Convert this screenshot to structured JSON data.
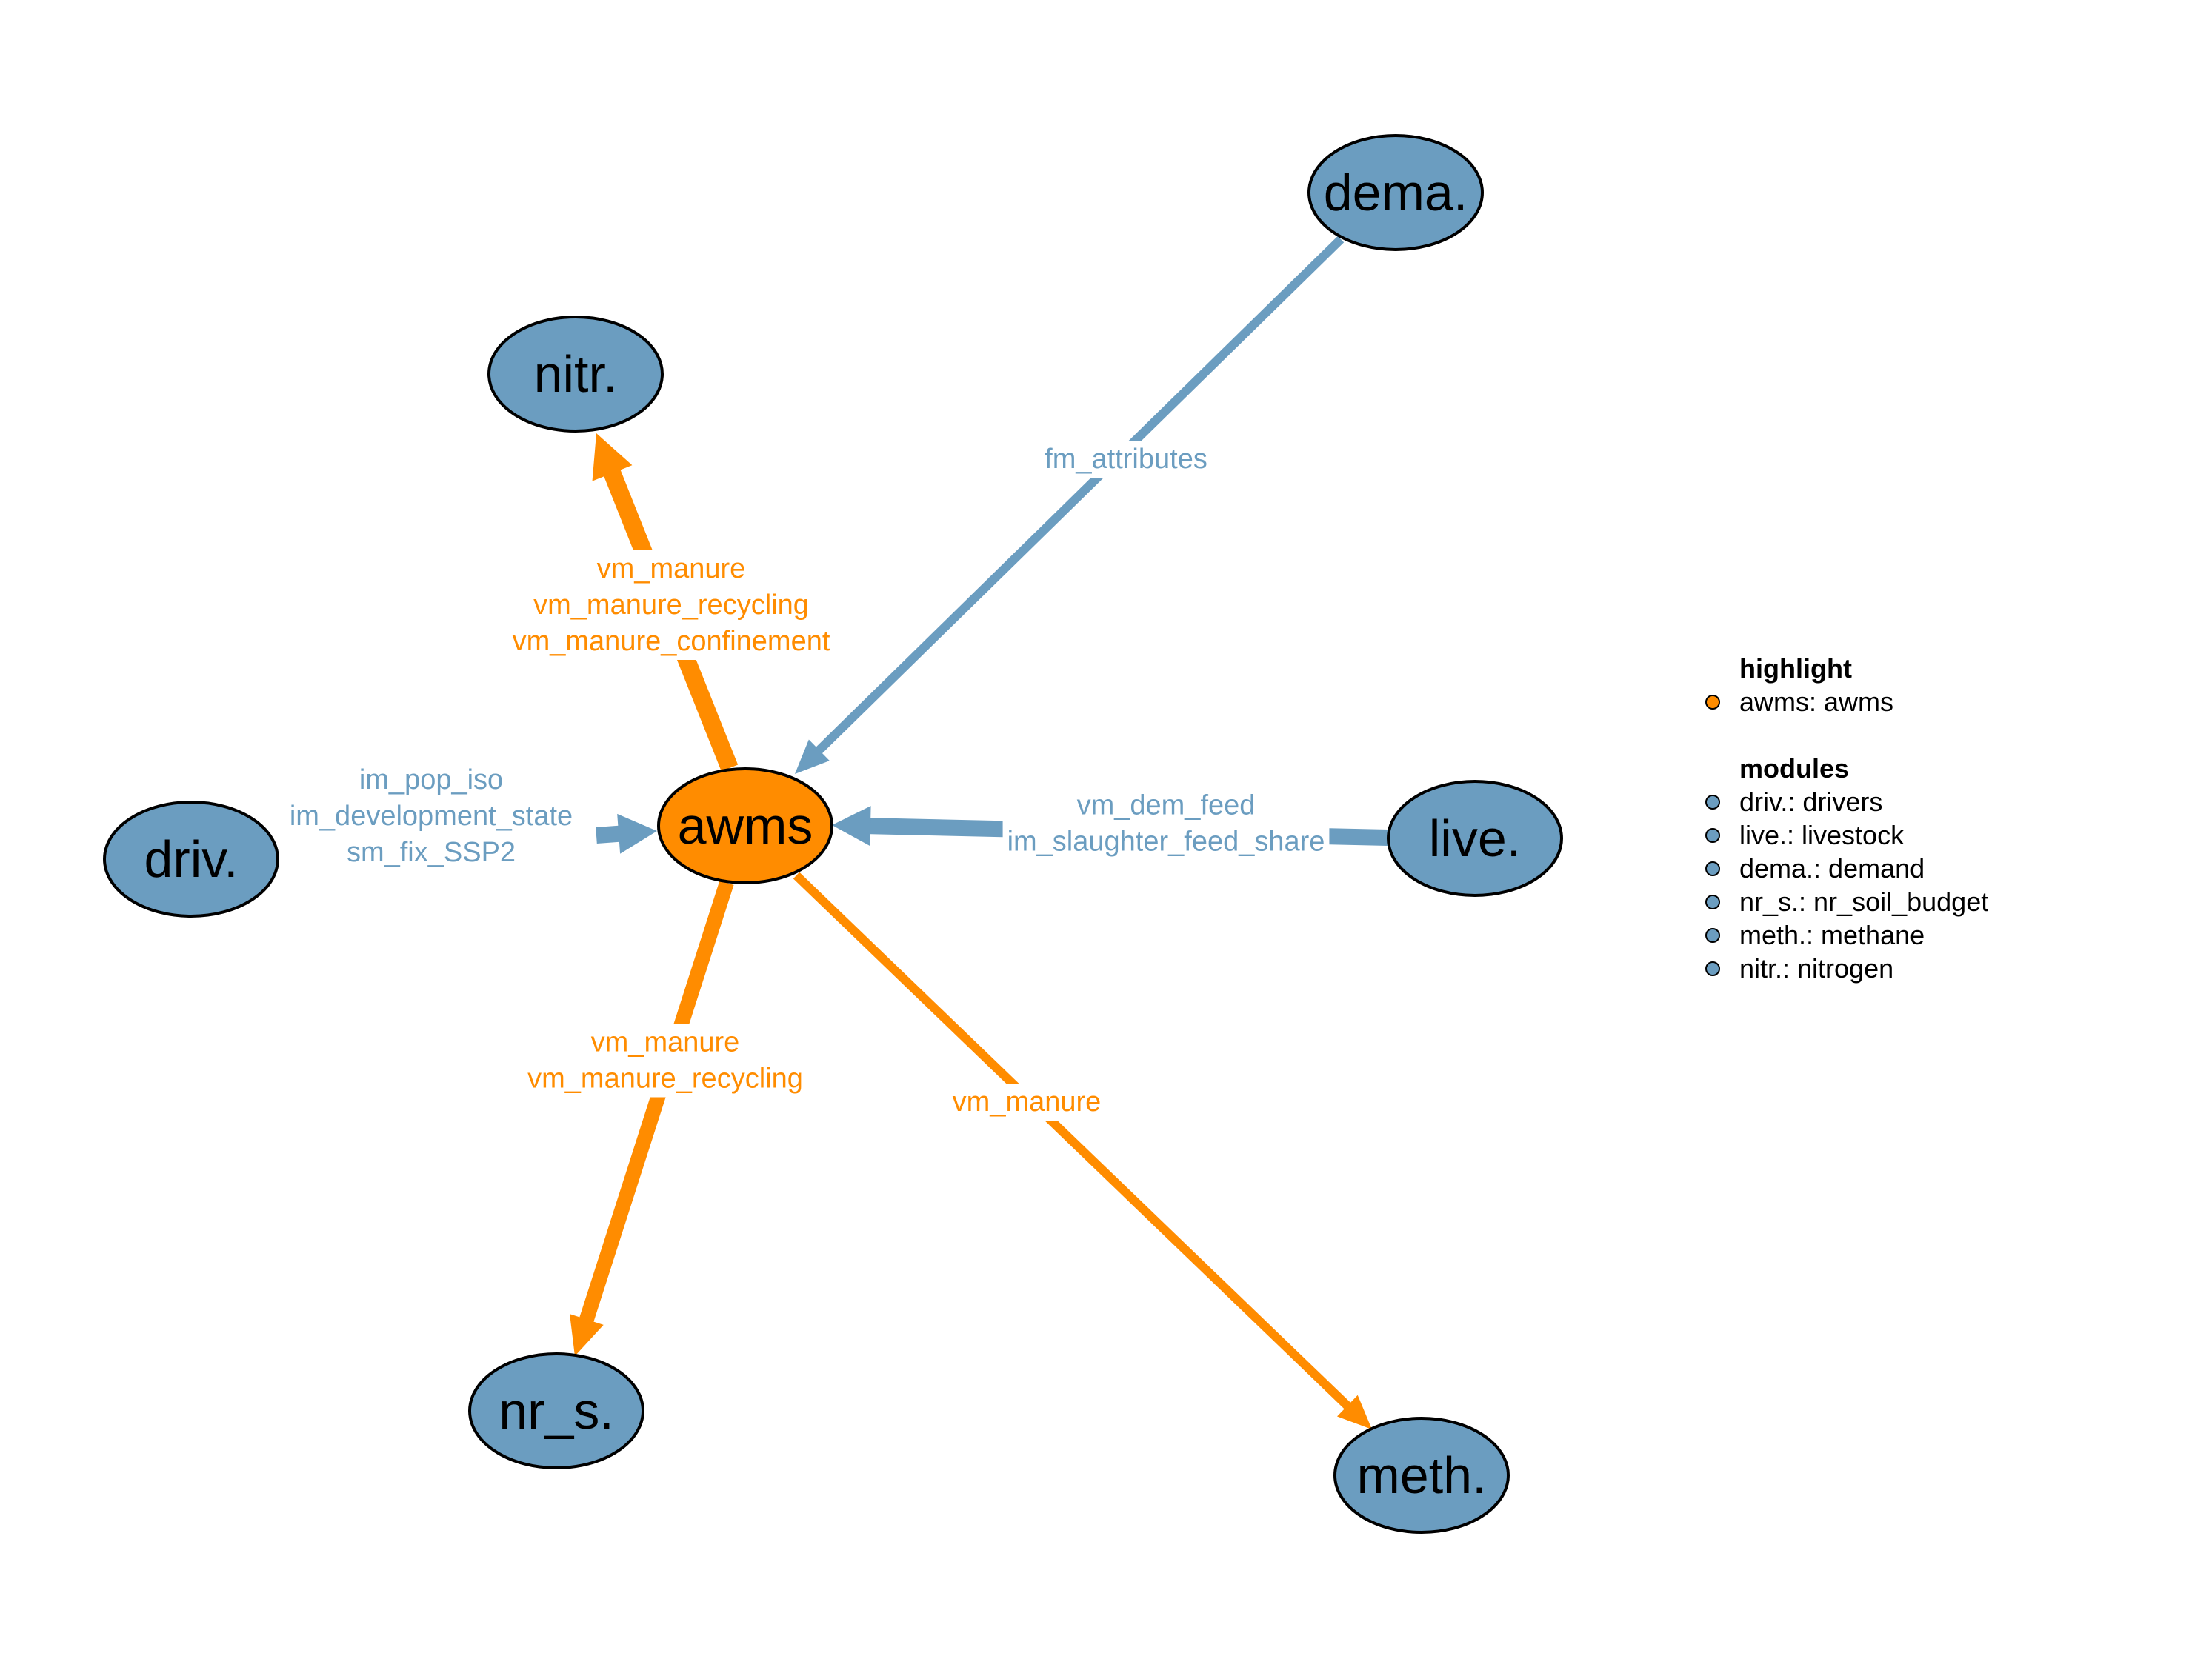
{
  "colors": {
    "highlight": "#FF8C00",
    "module": "#6B9DC0",
    "outline": "#000000",
    "background": "#FFFFFF"
  },
  "nodes": [
    {
      "id": "awms",
      "label": "awms",
      "group": "highlight"
    },
    {
      "id": "nitr",
      "label": "nitr.",
      "group": "module"
    },
    {
      "id": "dema",
      "label": "dema.",
      "group": "module"
    },
    {
      "id": "driv",
      "label": "driv.",
      "group": "module"
    },
    {
      "id": "live",
      "label": "live.",
      "group": "module"
    },
    {
      "id": "nr_s",
      "label": "nr_s.",
      "group": "module"
    },
    {
      "id": "meth",
      "label": "meth.",
      "group": "module"
    }
  ],
  "edges": [
    {
      "id": "awms-nitr",
      "from": "awms",
      "to": "nitr",
      "group": "highlight",
      "labels": [
        "vm_manure",
        "vm_manure_recycling",
        "vm_manure_confinement"
      ]
    },
    {
      "id": "dema-awms",
      "from": "dema",
      "to": "awms",
      "group": "module",
      "labels": [
        "fm_attributes"
      ]
    },
    {
      "id": "driv-awms",
      "from": "driv",
      "to": "awms",
      "group": "module",
      "labels": [
        "im_pop_iso",
        "im_development_state",
        "sm_fix_SSP2"
      ]
    },
    {
      "id": "live-awms",
      "from": "live",
      "to": "awms",
      "group": "module",
      "labels": [
        "vm_dem_feed",
        "im_slaughter_feed_share"
      ]
    },
    {
      "id": "awms-nr_s",
      "from": "awms",
      "to": "nr_s",
      "group": "highlight",
      "labels": [
        "vm_manure",
        "vm_manure_recycling"
      ]
    },
    {
      "id": "awms-meth",
      "from": "awms",
      "to": "meth",
      "group": "highlight",
      "labels": [
        "vm_manure"
      ]
    }
  ],
  "legend": {
    "highlight_title": "highlight",
    "highlight_items": [
      "awms: awms"
    ],
    "modules_title": "modules",
    "module_items": [
      "driv.: drivers",
      "live.: livestock",
      "dema.: demand",
      "nr_s.: nr_soil_budget",
      "meth.: methane",
      "nitr.: nitrogen"
    ]
  }
}
